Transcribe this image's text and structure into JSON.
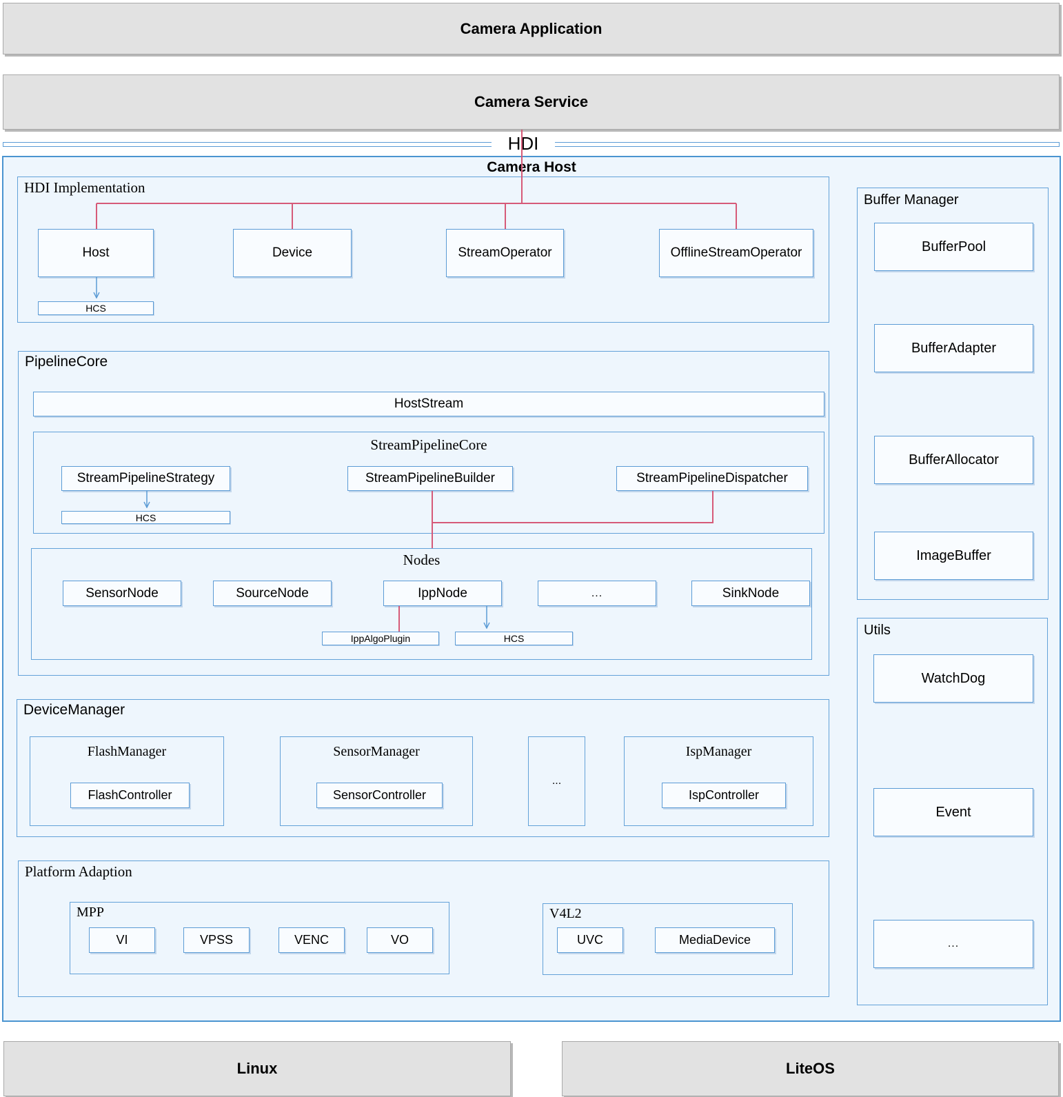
{
  "colors": {
    "line_blue": "#5b9bd5",
    "line_red": "#d65a78",
    "container_fill": "#eef6fd",
    "layer_gray": "#e2e2e2",
    "border_blue": "#4a94d0"
  },
  "top": {
    "camera_application": "Camera Application",
    "camera_service": "Camera Service",
    "hdi": "HDI"
  },
  "camera_host": {
    "title": "Camera Host",
    "hdi_impl": {
      "title": "HDI Implementation",
      "host": "Host",
      "device": "Device",
      "stream_operator": "StreamOperator",
      "offline_stream_operator": "OfflineStreamOperator",
      "hcs": "HCS"
    },
    "pipeline_core": {
      "title": "PipelineCore",
      "host_stream": "HostStream",
      "stream_pipeline_core": {
        "title": "StreamPipelineCore",
        "strategy": "StreamPipelineStrategy",
        "builder": "StreamPipelineBuilder",
        "dispatcher": "StreamPipelineDispatcher",
        "hcs": "HCS"
      },
      "nodes": {
        "title": "Nodes",
        "items": [
          "SensorNode",
          "SourceNode",
          "IppNode",
          "...",
          "SinkNode"
        ],
        "ipp_algo_plugin": "IppAlgoPlugin",
        "hcs": "HCS"
      }
    },
    "device_manager": {
      "title": "DeviceManager",
      "flash": {
        "title": "FlashManager",
        "controller": "FlashController"
      },
      "sensor": {
        "title": "SensorManager",
        "controller": "SensorController"
      },
      "ellipsis": "...",
      "isp": {
        "title": "IspManager",
        "controller": "IspController"
      }
    },
    "platform_adaption": {
      "title": "Platform Adaption",
      "mpp": {
        "title": "MPP",
        "items": [
          "VI",
          "VPSS",
          "VENC",
          "VO"
        ]
      },
      "v4l2": {
        "title": "V4L2",
        "items": [
          "UVC",
          "MediaDevice"
        ]
      }
    },
    "buffer_manager": {
      "title": "Buffer Manager",
      "items": [
        "BufferPool",
        "BufferAdapter",
        "BufferAllocator",
        "ImageBuffer"
      ]
    },
    "utils": {
      "title": "Utils",
      "items": [
        "WatchDog",
        "Event",
        "..."
      ]
    }
  },
  "bottom": {
    "linux": "Linux",
    "liteos": "LiteOS"
  }
}
